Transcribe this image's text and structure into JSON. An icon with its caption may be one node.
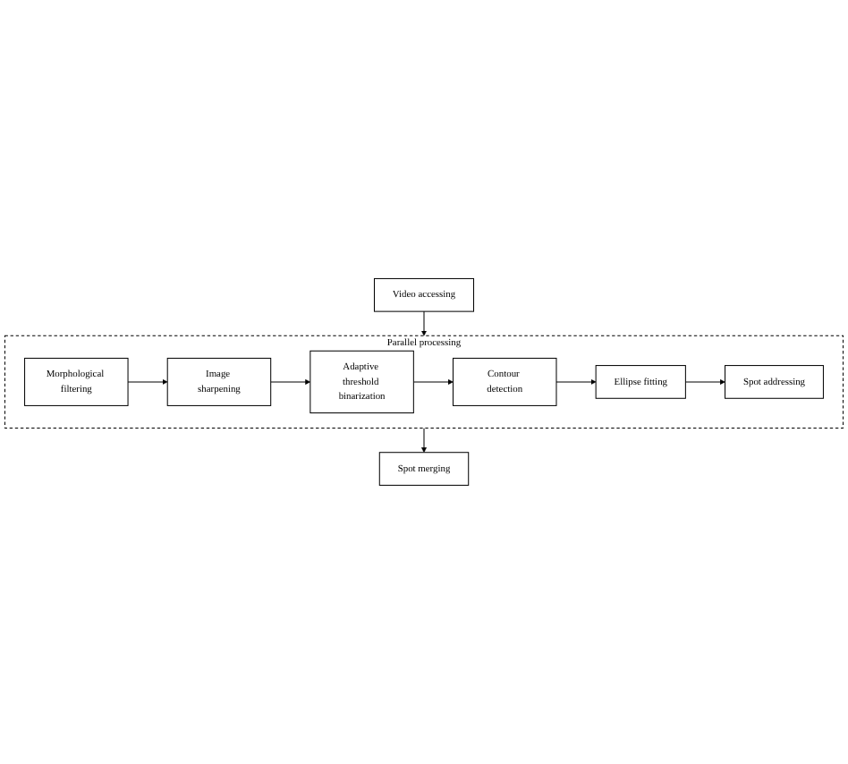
{
  "diagram": {
    "nodes": [
      {
        "text": [
          "Video accessing"
        ]
      },
      {
        "text": [
          "Parallel processing"
        ]
      },
      {
        "text": [
          "Morphological filtering"
        ],
        "in": 1
      },
      {
        "text": [
          "Image sharpening"
        ],
        "in": 1
      },
      {
        "text": [
          "Adaptive threshold binarization"
        ],
        "in": 1
      },
      {
        "text": [
          "Contour detection"
        ],
        "in": 1
      },
      {
        "text": [
          "Ellipse fitting"
        ],
        "in": 1
      },
      {
        "text": [
          "Spot addressing"
        ],
        "in": 1
      },
      {
        "text": [
          "Spot merging"
        ]
      }
    ],
    "edges": [
      {
        "from": 0,
        "to": 1,
        "arrow": "to"
      },
      {
        "from": 2,
        "to": 3,
        "arrow": "to"
      },
      {
        "from": 3,
        "to": 4,
        "arrow": "to"
      },
      {
        "from": 4,
        "to": 5,
        "arrow": "to"
      },
      {
        "from": 5,
        "to": 6,
        "arrow": "to"
      },
      {
        "from": 6,
        "to": 7,
        "arrow": "to"
      },
      {
        "from": 1,
        "to": 8,
        "arrow": "to"
      }
    ]
  }
}
